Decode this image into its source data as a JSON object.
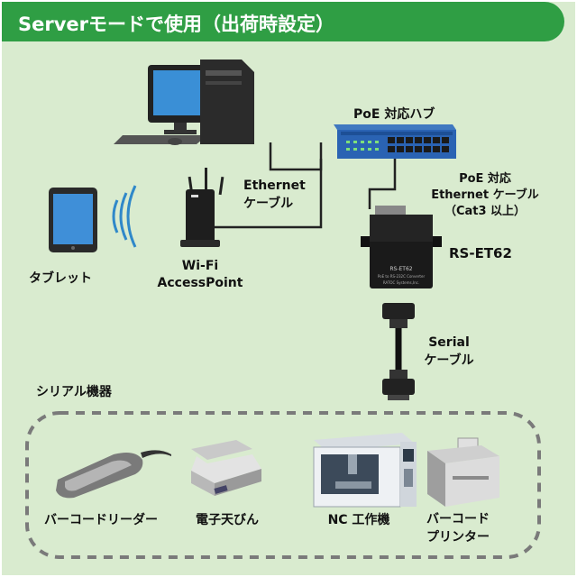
{
  "header": {
    "title": "Serverモードで使用（出荷時設定）"
  },
  "nodes": {
    "poe_hub": "PoE 対応ハブ",
    "ethernet_cable": "Ethernet\nケーブル",
    "poe_cable": "PoE 対応\nEthernet ケーブル\n（Cat3 以上）",
    "rs_et62": "RS-ET62",
    "wifi": "Wi-Fi\nAccessPoint",
    "tablet": "タブレット",
    "serial_cable": "Serial\nケーブル"
  },
  "device_print": {
    "model": "RS-ET62",
    "sub": "PoE to RS-232C Converter",
    "maker": "RATOC Systems,Inc."
  },
  "serial_devices": {
    "title": "シリアル機器",
    "items": [
      {
        "label": "バーコードリーダー"
      },
      {
        "label": "電子天びん"
      },
      {
        "label": "NC 工作機"
      },
      {
        "label": "バーコード\nプリンター"
      }
    ]
  }
}
